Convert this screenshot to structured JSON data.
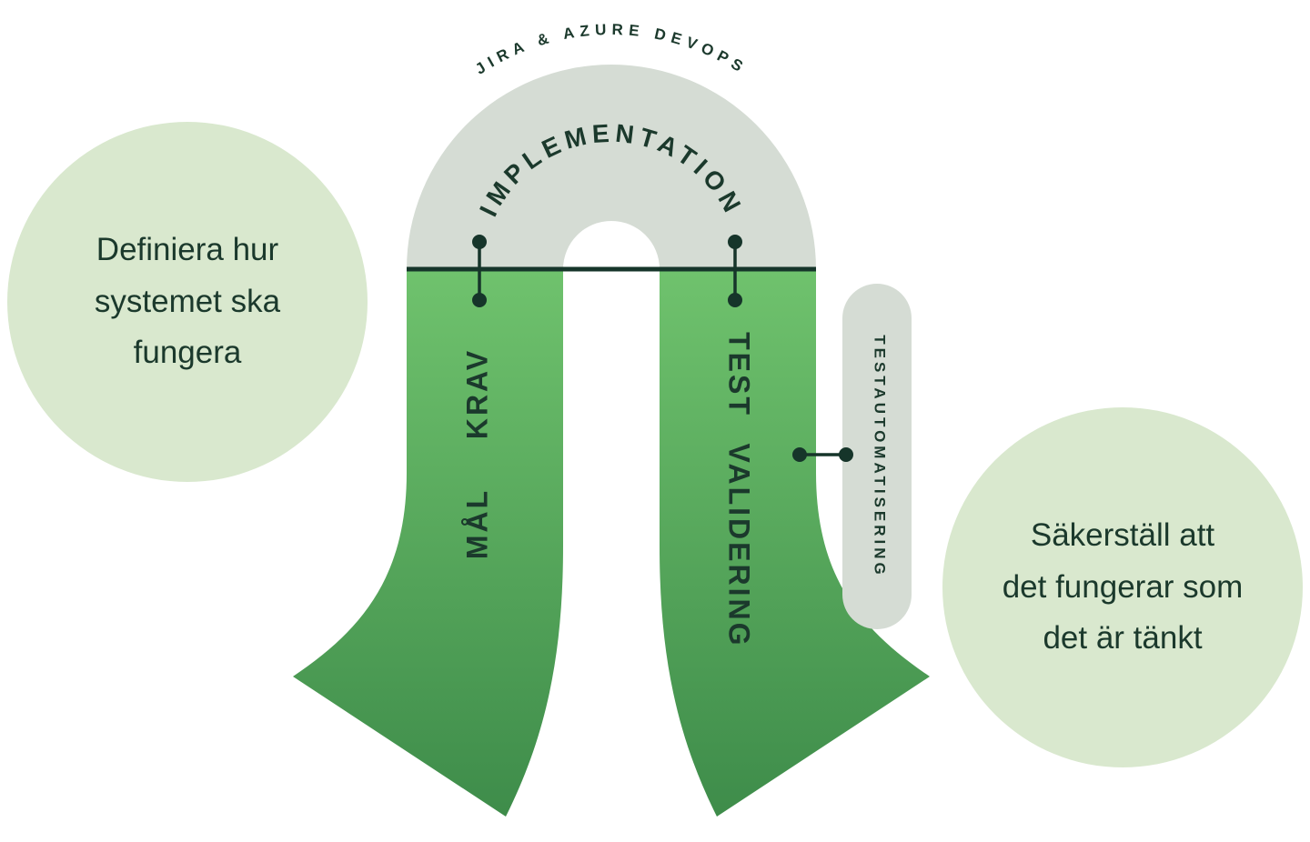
{
  "colors": {
    "background": "#ffffff",
    "circle_fill": "#d9e8ce",
    "arch_fill": "#d5dcd4",
    "pill_fill": "#d5dcd4",
    "bar_gradient_top": "#6fc26d",
    "bar_gradient_bottom": "#3e8c4a",
    "text_dark": "#1b392c",
    "connector_dark": "#16352a"
  },
  "arch": {
    "top_label": "JIRA & AZURE DEVOPS",
    "label": "IMPLEMENTATION"
  },
  "left_leg": {
    "labels": [
      "KRAV",
      "MÅL"
    ]
  },
  "right_leg": {
    "labels": [
      "TEST",
      "VALIDERING"
    ]
  },
  "pill": {
    "label": "TESTAUTOMATISERING"
  },
  "left_circle": {
    "text": "Definiera hur\nsystemet ska\nfungera"
  },
  "right_circle": {
    "text": "Säkerställ att\ndet fungerar som\ndet är tänkt"
  }
}
